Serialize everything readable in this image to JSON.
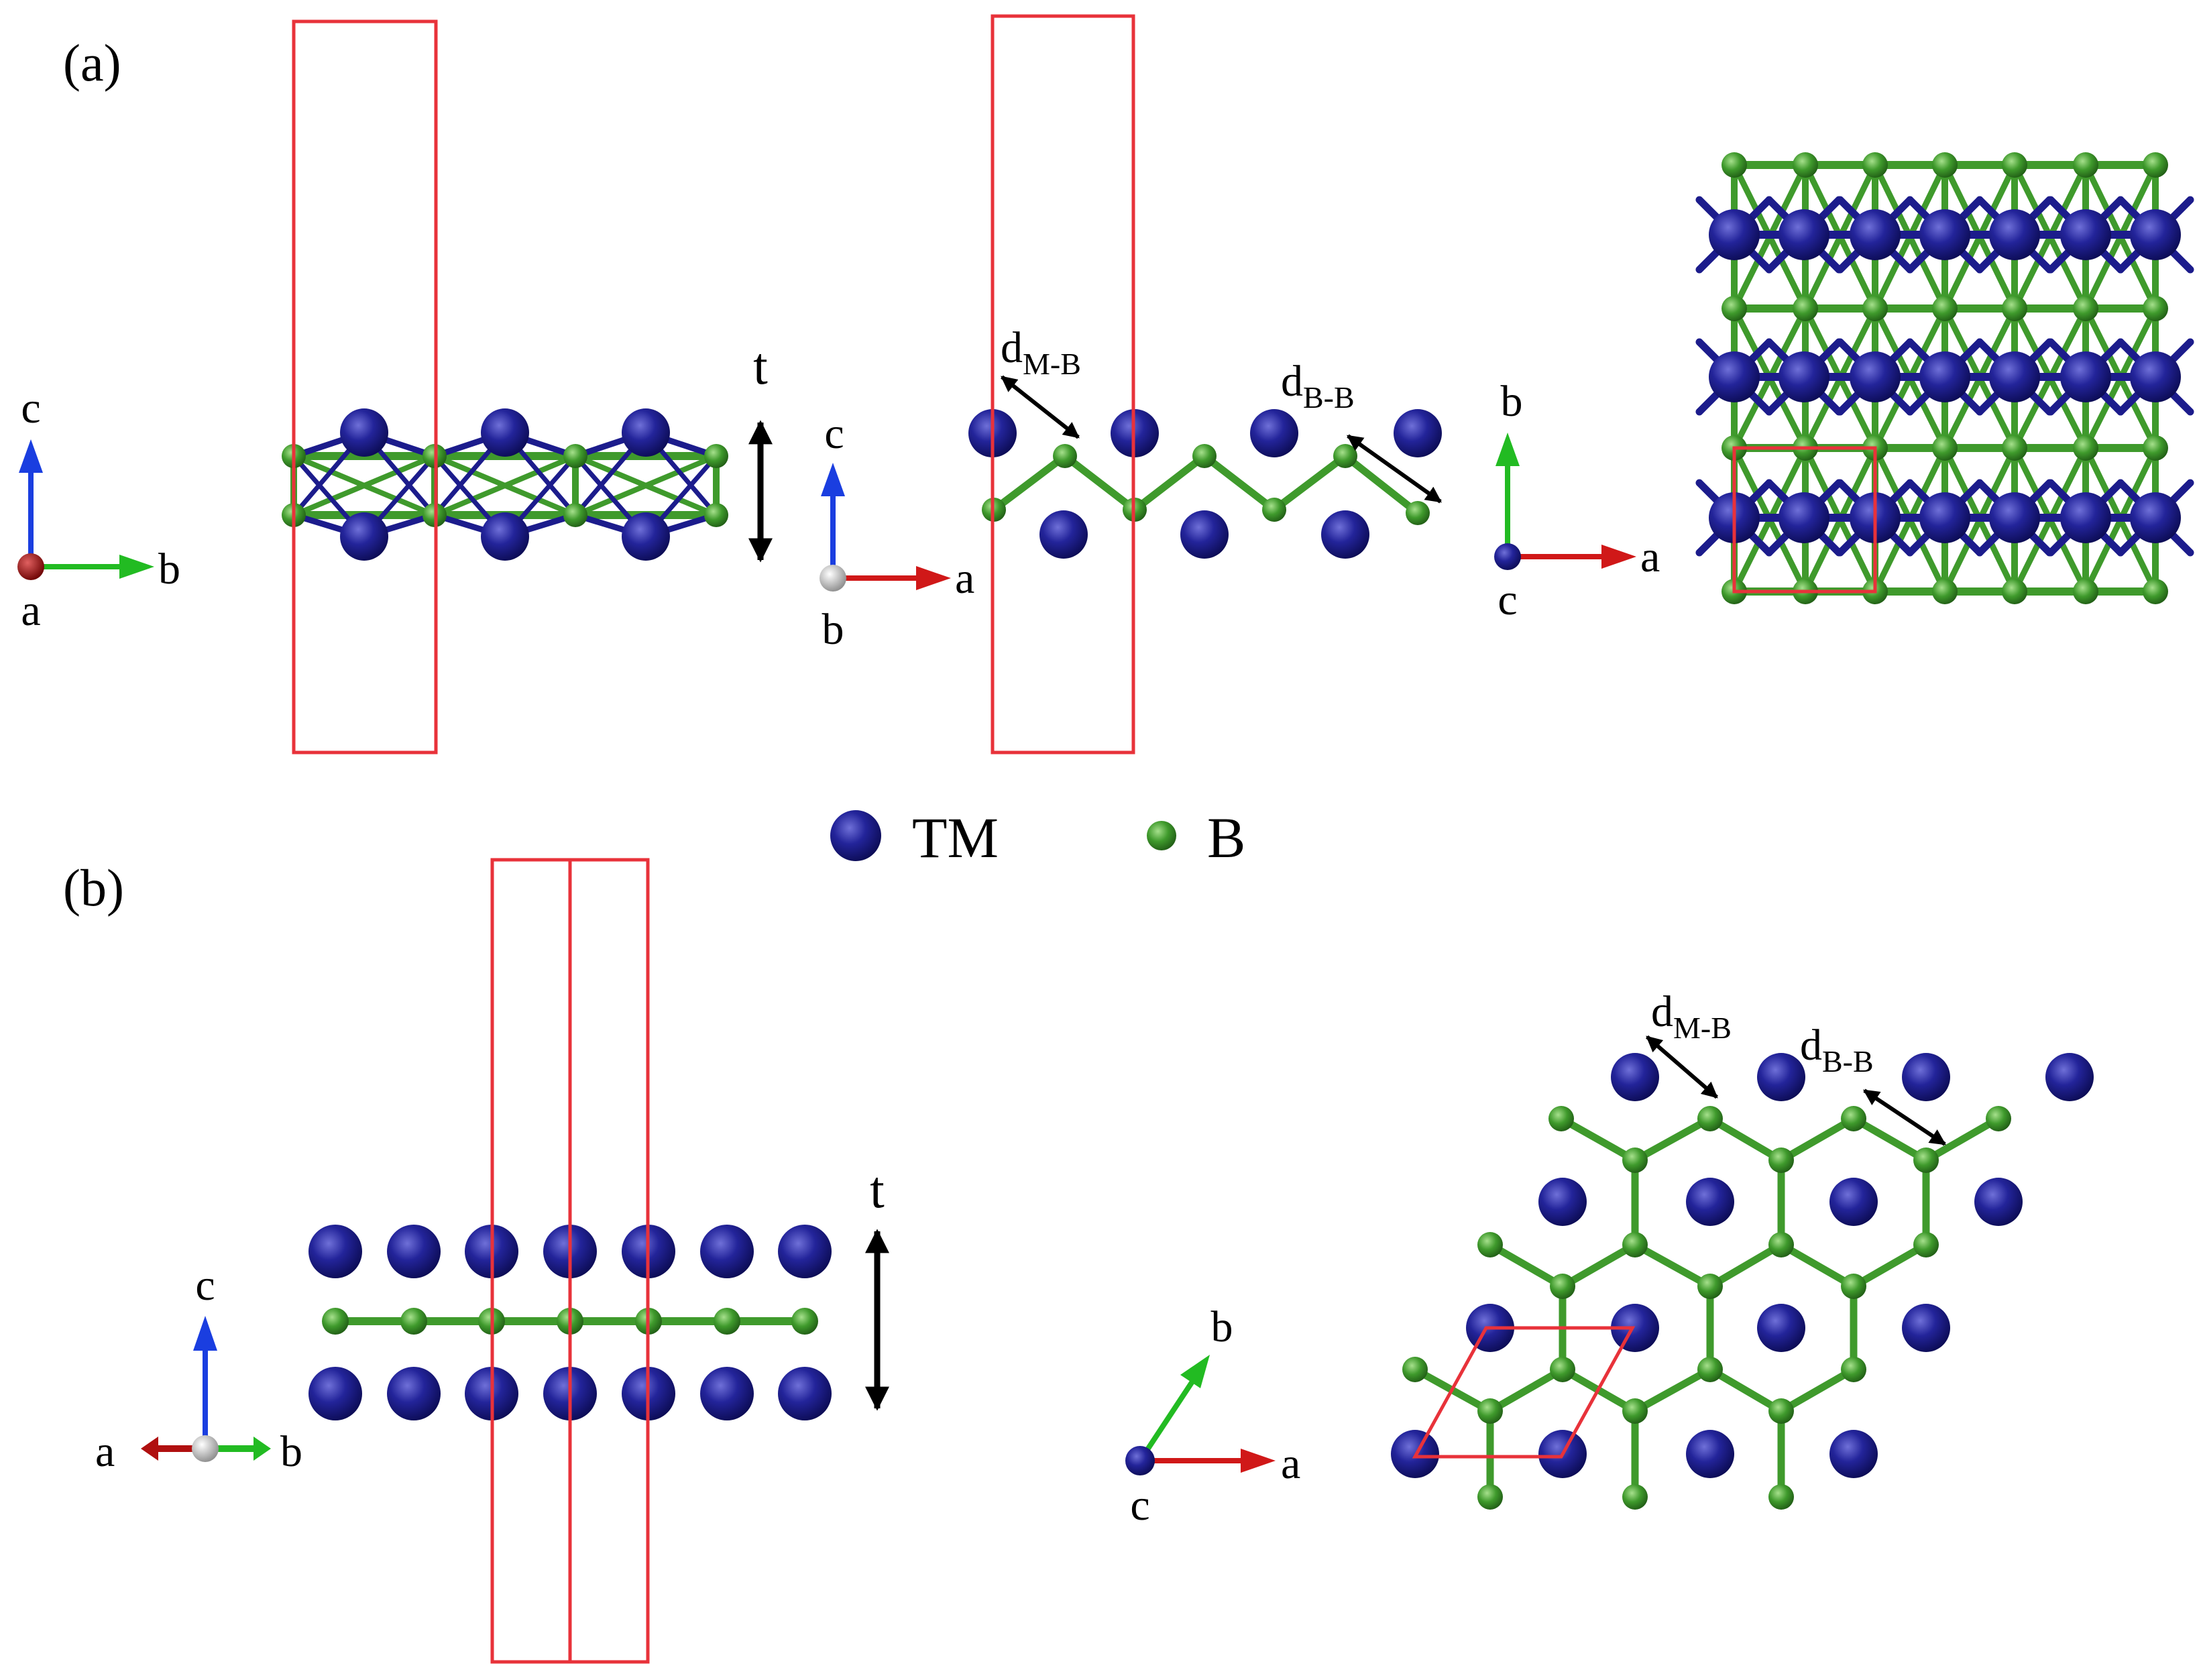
{
  "panel_a": {
    "label": "(a)",
    "axes_side": {
      "up": "c",
      "right": "b",
      "out": "a"
    },
    "axes_front": {
      "up": "c",
      "right": "a",
      "out": "b"
    },
    "axes_top": {
      "up": "b",
      "right": "a",
      "out": "c"
    },
    "thickness_label": "t",
    "d_mb": {
      "main": "d",
      "sub": "M-B"
    },
    "d_bb": {
      "main": "d",
      "sub": "B-B"
    }
  },
  "legend": {
    "metal": "TM",
    "boron": "B"
  },
  "panel_b": {
    "label": "(b)",
    "axes_side": {
      "up": "c",
      "left": "a",
      "right": "b"
    },
    "axes_top": {
      "diag": "b",
      "right": "a",
      "out": "c"
    },
    "thickness_label": "t",
    "d_mb": {
      "main": "d",
      "sub": "M-B"
    },
    "d_bb": {
      "main": "d",
      "sub": "B-B"
    }
  },
  "colors": {
    "metal_atom": "#1c1c8c",
    "boron_atom": "#3f9a2c",
    "cell_outline": "#e8323a",
    "axis_a": "#d01818",
    "axis_b": "#22bb22",
    "axis_c": "#1a3ee0"
  }
}
